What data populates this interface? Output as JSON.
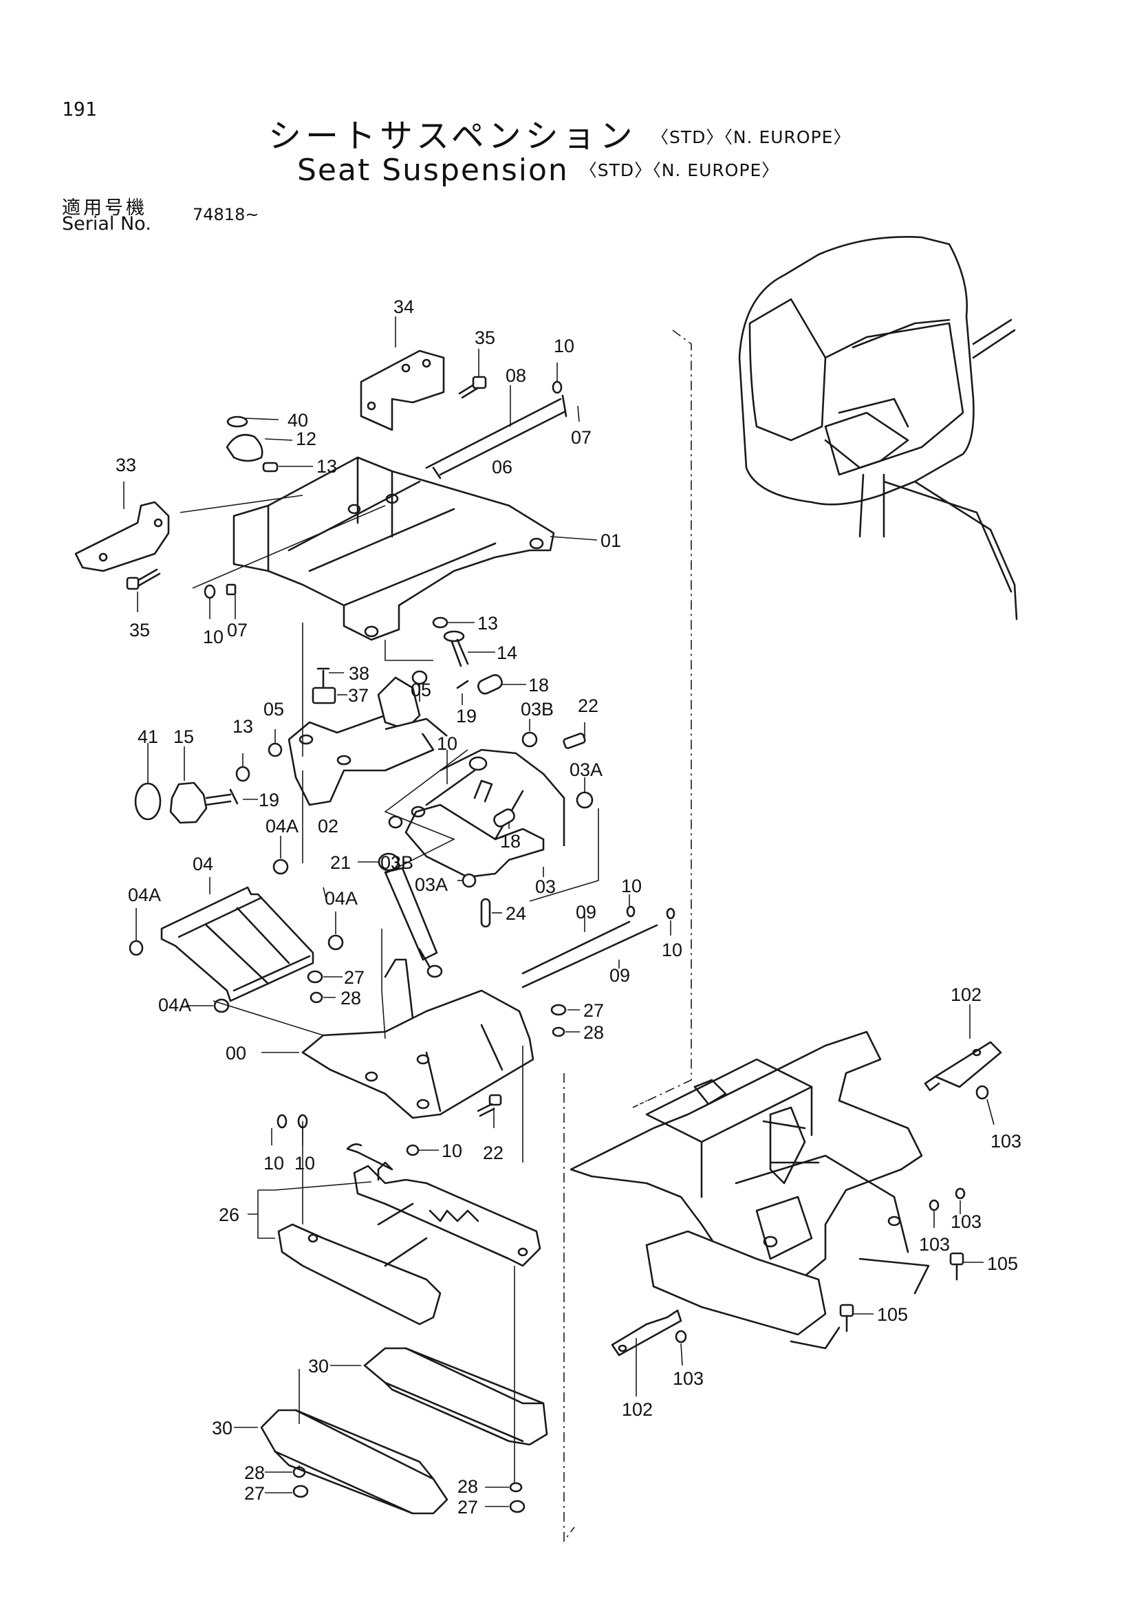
{
  "header": {
    "page_number": "191",
    "title_jp": "シートサスペンション",
    "title_en": "Seat Suspension",
    "tags": [
      "〈STD〉",
      "〈N. EUROPE〉"
    ],
    "serial_label_jp": "適用号機",
    "serial_label_en": "Serial No.",
    "serial_value": "74818~"
  },
  "part_labels": [
    "34",
    "35",
    "10",
    "08",
    "07",
    "06",
    "40",
    "12",
    "13",
    "33",
    "01",
    "35",
    "10",
    "07",
    "13",
    "14",
    "38",
    "37",
    "05",
    "05",
    "18",
    "19",
    "22",
    "03B",
    "41",
    "15",
    "13",
    "19",
    "10",
    "03A",
    "02",
    "04A",
    "18",
    "04",
    "21",
    "03B",
    "03A",
    "03",
    "04A",
    "04A",
    "24",
    "09",
    "10",
    "10",
    "09",
    "27",
    "04A",
    "28",
    "27",
    "28",
    "00",
    "22",
    "10",
    "10",
    "10",
    "26",
    "30",
    "30",
    "28",
    "27",
    "28",
    "27",
    "102",
    "103",
    "103",
    "103",
    "105",
    "105",
    "103",
    "102"
  ]
}
